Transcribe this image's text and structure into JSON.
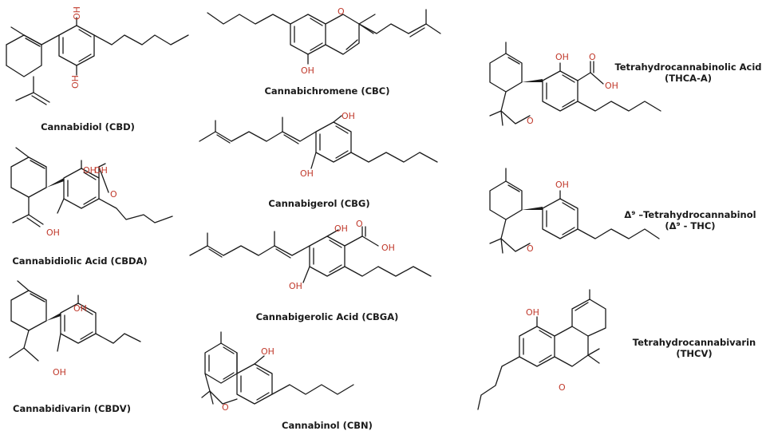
{
  "compounds": {
    "cbd": {
      "name": "Cannabidiol (CBD)"
    },
    "cbda": {
      "name": "Cannabidiolic Acid (CBDA)"
    },
    "cbdv": {
      "name": "Cannabidivarin (CBDV)"
    },
    "cbc": {
      "name": "Cannabichromene (CBC)"
    },
    "cbg": {
      "name": "Cannabigerol (CBG)"
    },
    "cbga": {
      "name": "Cannabigerolic Acid (CBGA)"
    },
    "cbn": {
      "name": "Cannabinol (CBN)"
    },
    "thca": {
      "name_line1": "Tetrahydrocannabinolic Acid",
      "name_line2": "(THCA-A)"
    },
    "thc": {
      "name_line1": "Δ⁹ –Tetrahydrocannabinol",
      "name_line2": "(Δ⁹ - THC)"
    },
    "thcv": {
      "name_line1": "Tetrahydrocannabivarin",
      "name_line2": "(THCV)"
    }
  },
  "atoms": {
    "hydroxyl": "OH",
    "oxygen": "O"
  },
  "colors": {
    "heteroatom": "#c0392b",
    "bond": "#1a1a1a"
  }
}
